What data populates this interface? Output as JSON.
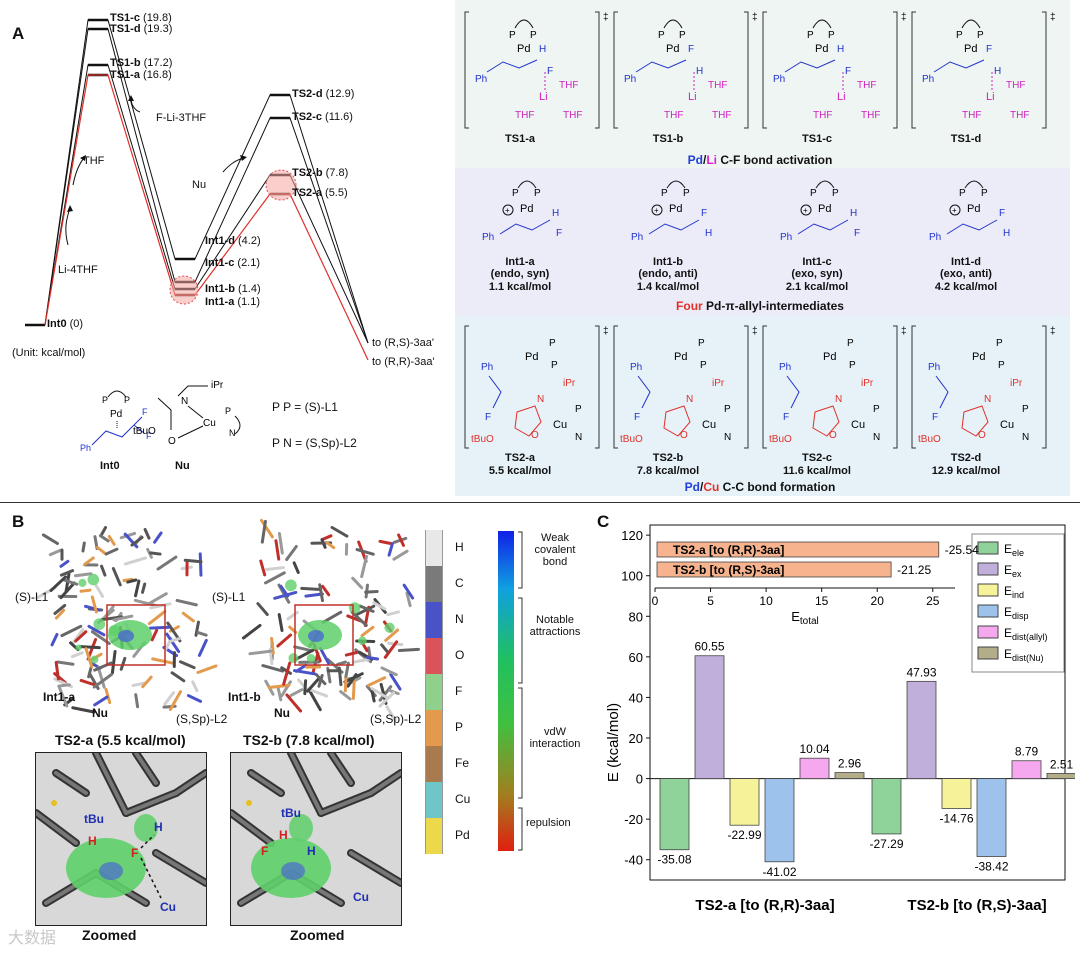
{
  "panelA": {
    "letter": "A",
    "unit_note": "(Unit: kcal/mol)",
    "levels": [
      {
        "name": "Int0",
        "value": "(0)"
      },
      {
        "name": "TS1-c",
        "value": "(19.8)"
      },
      {
        "name": "TS1-d",
        "value": "(19.3)"
      },
      {
        "name": "TS1-b",
        "value": "(17.2)"
      },
      {
        "name": "TS1-a",
        "value": "(16.8)"
      },
      {
        "name": "Int1-d",
        "value": "(4.2)"
      },
      {
        "name": "Int1-c",
        "value": "(2.1)"
      },
      {
        "name": "Int1-b",
        "value": "(1.4)"
      },
      {
        "name": "Int1-a",
        "value": "(1.1)"
      },
      {
        "name": "TS2-d",
        "value": "(12.9)"
      },
      {
        "name": "TS2-c",
        "value": "(11.6)"
      },
      {
        "name": "TS2-b",
        "value": "(7.8)"
      },
      {
        "name": "TS2-a",
        "value": "(5.5)"
      }
    ],
    "annotations": {
      "li4thf": "Li-4THF",
      "thf": "THF",
      "fli3thf": "F-Li-3THF",
      "nu": "Nu",
      "prod_rs": "to (R,S)-3aa'",
      "prod_rr": "to (R,R)-3aa'"
    },
    "ligands": {
      "int0": "Int0",
      "nu": "Nu",
      "l1": "P  P  = (S)-L1",
      "l2": "P  N  = (S,Sp)-L2",
      "tbuo": "tBuO",
      "ipr": "iPr"
    },
    "ts1": [
      {
        "name": "TS1-a"
      },
      {
        "name": "TS1-b"
      },
      {
        "name": "TS1-c"
      },
      {
        "name": "TS1-d"
      }
    ],
    "ts1_caption_pd": "Pd",
    "ts1_caption_li": "Li",
    "ts1_caption_rest": " C-F bond activation",
    "int1": [
      {
        "name": "Int1-a",
        "sub": "(endo, syn)",
        "energy": "1.1 kcal/mol"
      },
      {
        "name": "Int1-b",
        "sub": "(endo, anti)",
        "energy": "1.4 kcal/mol"
      },
      {
        "name": "Int1-c",
        "sub": "(exo, syn)",
        "energy": "2.1 kcal/mol"
      },
      {
        "name": "Int1-d",
        "sub": "(exo, anti)",
        "energy": "4.2 kcal/mol"
      }
    ],
    "int1_caption_four": "Four",
    "int1_caption_rest": " Pd-π-allyl-intermediates",
    "ts2": [
      {
        "name": "TS2-a",
        "energy": "5.5 kcal/mol"
      },
      {
        "name": "TS2-b",
        "energy": "7.8 kcal/mol"
      },
      {
        "name": "TS2-c",
        "energy": "11.6 kcal/mol"
      },
      {
        "name": "TS2-d",
        "energy": "12.9 kcal/mol"
      }
    ],
    "ts2_caption_pd": "Pd",
    "ts2_caption_cu": "Cu",
    "ts2_caption_rest": " C-C bond formation",
    "mol_atoms": {
      "pd": "Pd",
      "p": "P",
      "ph": "Ph",
      "f": "F",
      "h": "H",
      "li": "Li",
      "thf": "THF",
      "cu": "Cu",
      "n": "N",
      "o": "O"
    }
  },
  "panelB": {
    "letter": "B",
    "left": {
      "title": "TS2-a (5.5 kcal/mol)",
      "l1": "(S)-L1",
      "int": "Int1-a",
      "nu": "Nu",
      "l2": "(S,Sp)-L2",
      "zoom": "Zoomed"
    },
    "right": {
      "title": "TS2-b (7.8 kcal/mol)",
      "l1": "(S)-L1",
      "int": "Int1-b",
      "nu": "Nu",
      "l2": "(S,Sp)-L2",
      "zoom": "Zoomed"
    },
    "zoom_labels": {
      "tbu": "tBu",
      "h": "H",
      "f": "F",
      "cu": "Cu"
    },
    "elements": [
      {
        "sym": "H",
        "color": "#e8e8e8"
      },
      {
        "sym": "C",
        "color": "#7a7a7a"
      },
      {
        "sym": "N",
        "color": "#4a52c8"
      },
      {
        "sym": "O",
        "color": "#d9535a"
      },
      {
        "sym": "F",
        "color": "#8fd08a"
      },
      {
        "sym": "P",
        "color": "#e39a4c"
      },
      {
        "sym": "Fe",
        "color": "#a87a4e"
      },
      {
        "sym": "Cu",
        "color": "#6fc6c8"
      },
      {
        "sym": "Pd",
        "color": "#ecd84a"
      }
    ],
    "colorbar_labels": [
      "Weak covalent bond",
      "Notable attractions",
      "vdW interaction",
      "repulsion"
    ],
    "watermark": "大数据"
  },
  "panelC": {
    "letter": "C",
    "chart_data": [
      {
        "type": "bar",
        "orientation": "horizontal",
        "categories": [
          "TS2-a [to (R,R)-3aa]",
          "TS2-b [to (R,S)-3aa]"
        ],
        "values": [
          -25.54,
          -21.25
        ],
        "value_labels": [
          "-25.54",
          "-21.25"
        ],
        "xlabel": "Etotal",
        "xlim": [
          0,
          27
        ],
        "xticks": [
          0,
          5,
          10,
          15,
          20,
          25
        ],
        "ytick_labels_left": [
          "120",
          "100"
        ],
        "color": "#f6b38e"
      },
      {
        "type": "bar",
        "categories": [
          "TS2-a [to (R,R)-3aa]",
          "TS2-b [to (R,S)-3aa]"
        ],
        "ylabel": "E (kcal/mol)",
        "ylim": [
          -50,
          125
        ],
        "yticks": [
          -40,
          -20,
          0,
          20,
          40,
          60,
          80,
          100,
          120
        ],
        "legend_position": "top-right",
        "series": [
          {
            "name": "Eele",
            "color": "#8fd29a",
            "values": [
              -35.08,
              -27.29
            ]
          },
          {
            "name": "Eex",
            "color": "#c0aedb",
            "values": [
              60.55,
              47.93
            ]
          },
          {
            "name": "Eind",
            "color": "#f6f29a",
            "values": [
              -22.99,
              -14.76
            ]
          },
          {
            "name": "Edisp",
            "color": "#9dc3ec",
            "values": [
              -41.02,
              -38.42
            ]
          },
          {
            "name": "Edist(allyl)",
            "color": "#f6a8ee",
            "values": [
              10.04,
              8.79
            ]
          },
          {
            "name": "Edist(Nu)",
            "color": "#b3ad8a",
            "values": [
              2.96,
              2.51
            ]
          }
        ],
        "legend_labels": [
          {
            "main": "E",
            "sub": "ele"
          },
          {
            "main": "E",
            "sub": "ex"
          },
          {
            "main": "E",
            "sub": "ind"
          },
          {
            "main": "E",
            "sub": "disp"
          },
          {
            "main": "E",
            "sub": "dist(allyl)"
          },
          {
            "main": "E",
            "sub": "dist(Nu)"
          }
        ]
      }
    ]
  }
}
